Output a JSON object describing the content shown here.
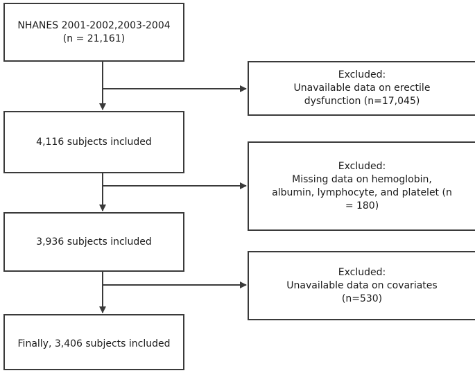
{
  "boxes": {
    "start": {
      "line1": "NHANES 2001-2002,2003-2004",
      "line2": "(n = 21,161)"
    },
    "step2": {
      "text": "4,116 subjects included"
    },
    "step3": {
      "text": "3,936 subjects included"
    },
    "final": {
      "text": "Finally, 3,406 subjects included"
    }
  },
  "exclusions": {
    "ex1": {
      "title": "Excluded:",
      "line1": "Unavailable data on erectile",
      "line2": "dysfunction (n=17,045)"
    },
    "ex2": {
      "title": "Excluded:",
      "line1": "Missing data on hemoglobin,",
      "line2": "albumin, lymphocyte, and platelet  (n",
      "line3": "= 180)"
    },
    "ex3": {
      "title": "Excluded:",
      "line1": "Unavailable data on covariates",
      "line2": "(n=530)"
    }
  },
  "colors": {
    "border": "#3a3a3a",
    "arrow": "#3a3a3a"
  }
}
